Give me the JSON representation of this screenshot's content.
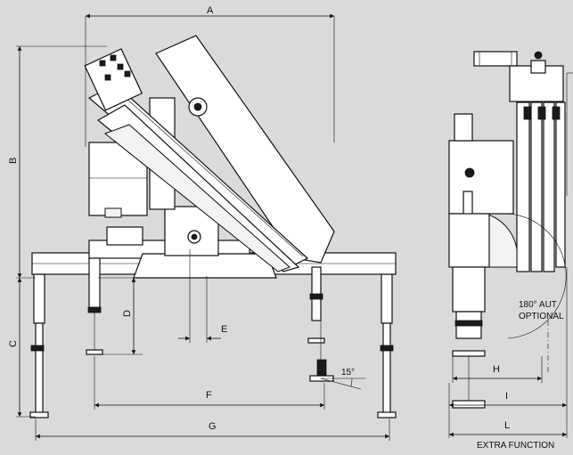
{
  "dimension_labels": {
    "a": "A",
    "b": "B",
    "c": "C",
    "d": "D",
    "e": "E",
    "f": "F",
    "g": "G",
    "h": "H",
    "i": "I",
    "l": "L"
  },
  "annotations": {
    "slew_angle": "15°",
    "rotation_line1": "180° AUT",
    "rotation_line2": "OPTIONAL",
    "extra_function": "EXTRA FUNCTION"
  }
}
